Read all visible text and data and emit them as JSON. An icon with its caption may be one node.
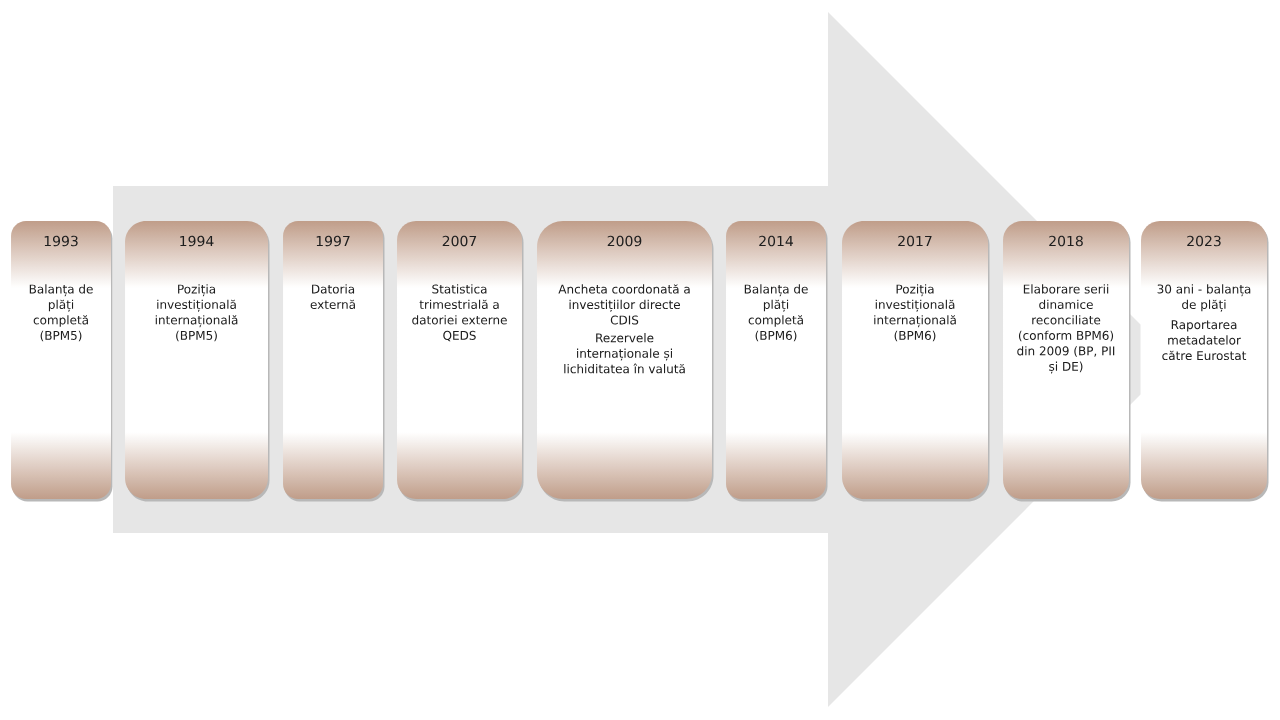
{
  "diagram": {
    "nodes": [
      {
        "text": [],
        "shape": "arrow"
      },
      {
        "text": [
          "1993",
          "Balanța de plăți completă (BPM5)"
        ]
      },
      {
        "text": [
          "1994",
          "Poziția investițională internațională (BPM5)"
        ],
        "in": 0
      },
      {
        "text": [
          "1997",
          "Datoria externă"
        ],
        "in": 0
      },
      {
        "text": [
          "2007",
          "Statistica trimestrială a datoriei externe QEDS"
        ],
        "in": 0
      },
      {
        "text": [
          "2009",
          "Ancheta coordonată a investițiilor directe CDIS",
          "Rezervele internaționale și lichiditatea în valută"
        ],
        "in": 0
      },
      {
        "text": [
          "2014",
          "Balanța de plăți completă (BPM6)"
        ],
        "in": 0
      },
      {
        "text": [
          "2017",
          "Poziția investițională internațională (BPM6)"
        ],
        "in": 0
      },
      {
        "text": [
          "2018",
          "Elaborare serii dinamice reconciliate (conform BPM6) din 2009 (BP, PII și DE)"
        ],
        "in": 0
      },
      {
        "text": [
          "2023",
          "30 ani - balanța de plăți",
          "Raportarea metadatelor către Eurostat"
        ]
      }
    ]
  }
}
